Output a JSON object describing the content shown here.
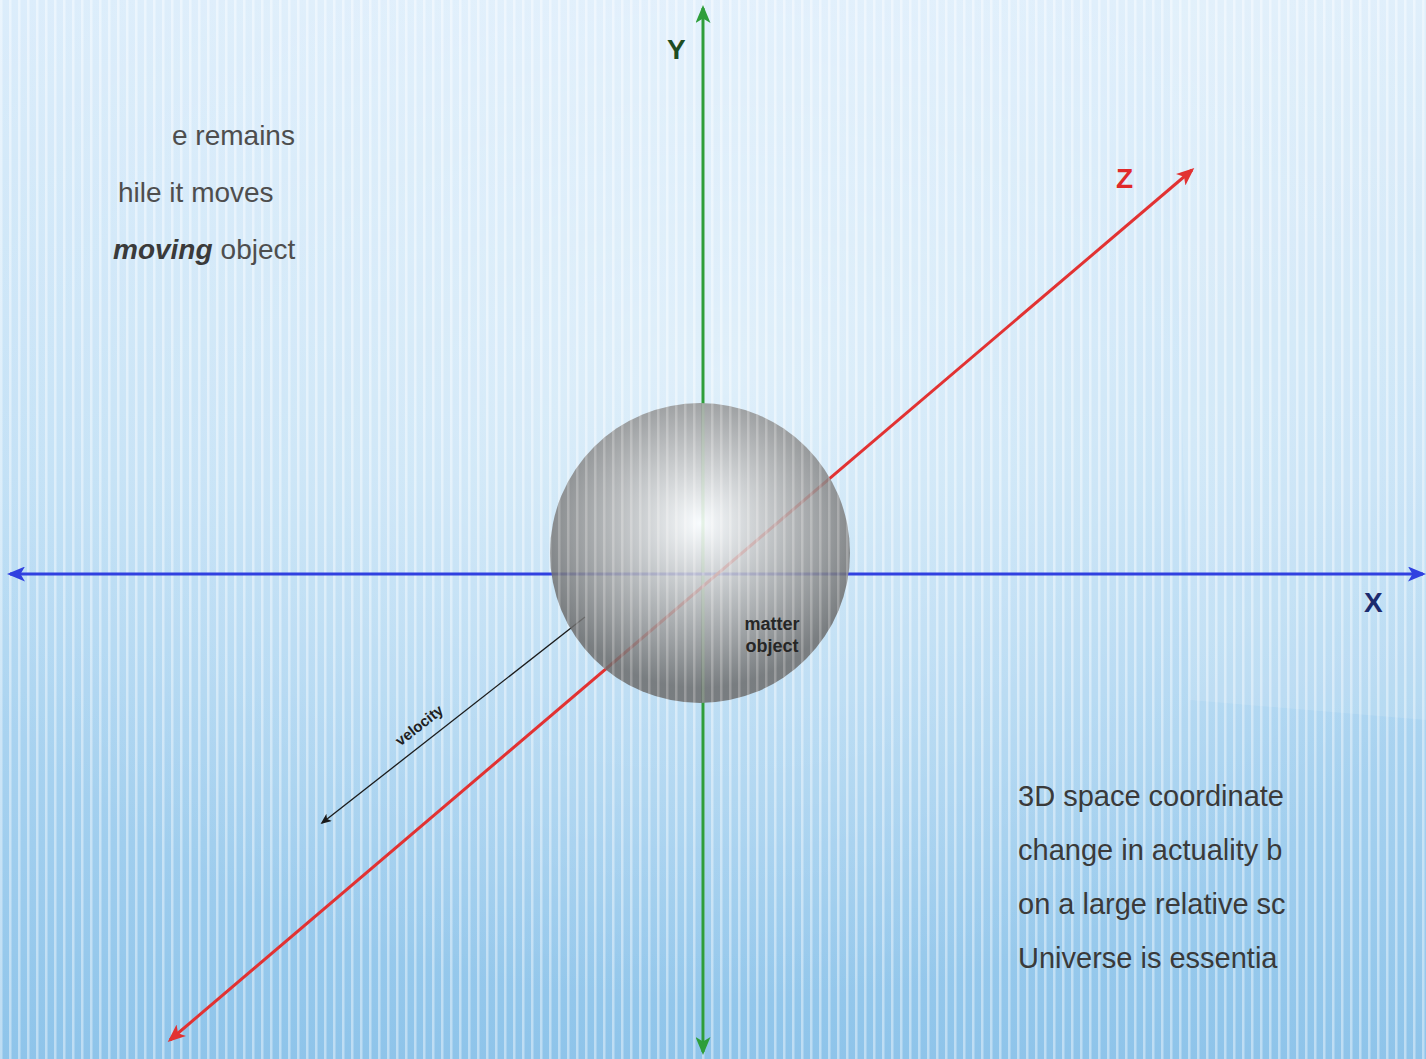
{
  "diagram": {
    "nodes": [
      {
        "text": [
          "matter object"
        ]
      }
    ],
    "labels": [
      "e remains",
      "hile it moves",
      "moving",
      "object",
      "Y",
      "Z",
      "X",
      "velocity",
      "3D space coordinate",
      "change in actuality b",
      "on a large relative sc",
      "Universe is essentia"
    ]
  }
}
